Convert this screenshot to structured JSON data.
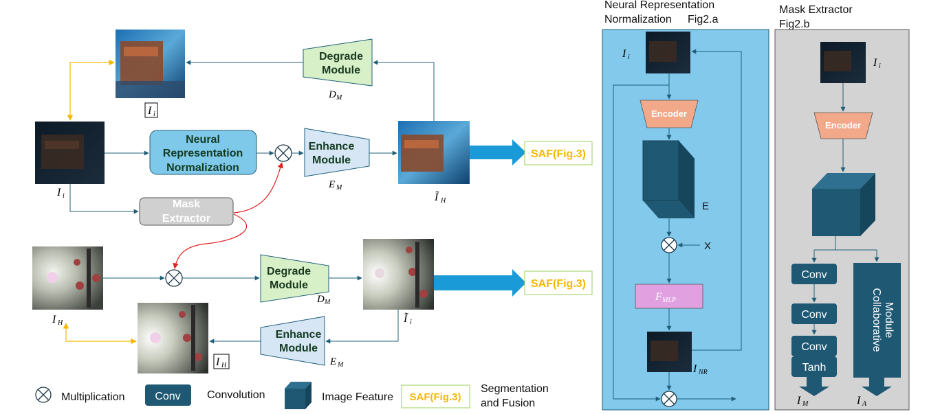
{
  "modules": {
    "degrade_label_line1": "Degrade",
    "degrade_label_line2": "Module",
    "enhance_label_line1": "Enhance",
    "enhance_label_line2": "Module",
    "nrn_label_line1": "Neural",
    "nrn_label_line2": "Representation",
    "nrn_label_line3": "Normalization",
    "mask_label_line1": "Mask",
    "mask_label_line2": "Extractor",
    "saf_label": "SAF(Fig.3)"
  },
  "symbols": {
    "D_M": "D",
    "D_M_sub": "M",
    "E_M": "E",
    "E_M_sub": "M",
    "I_i": "I",
    "I_i_sub": "i",
    "I_H": "I",
    "I_H_sub": "H",
    "I_H_tilde": "Ĩ",
    "I_i_tilde": "Ĩ",
    "I_NR": "I",
    "I_NR_sub": "NR",
    "I_M": "I",
    "I_M_sub": "M",
    "I_A": "I",
    "I_A_sub": "A",
    "F_MLP": "F",
    "F_MLP_sub": "MLP"
  },
  "fig2a": {
    "title_line1": "Neural Representation",
    "title_line2": "Normalization",
    "tag": "Fig2.a",
    "encoder": "Encoder",
    "feature_label": "E",
    "x_label": "X"
  },
  "fig2b": {
    "title_line1": "Mask Extractor",
    "title_line2": "Fig2.b",
    "encoder": "Encoder",
    "conv": "Conv",
    "tanh": "Tanh",
    "collab": "Collaborative Module"
  },
  "legend": {
    "multiplication": "Multiplication",
    "conv_box": "Conv",
    "convolution": "Convolution",
    "image_feature": "Image Feature",
    "saf_box": "SAF(Fig.3)",
    "seg_line1": "Segmentation",
    "seg_line2": "and Fusion"
  },
  "colors": {
    "arrow": "#1f5f7a",
    "yellow_arrow": "#f5b800",
    "red_arrow": "#e02020",
    "saf_text": "#f5b800",
    "saf_border": "#9ccf5a",
    "degrade_fill": "#d8f0c8",
    "enhance_fill": "#d6e6f5",
    "nrn_fill": "#7ec8ea",
    "mask_fill": "#d0d0d0",
    "fig2a_bg": "#82c9ec",
    "fig2b_bg": "#d3d3d3",
    "encoder_fill": "#f2a98a",
    "feature_fill": "#1f5873",
    "conv_fill": "#1f5873",
    "mlp_fill": "#e1a0e0",
    "big_arrow": "#1a9ad6"
  }
}
